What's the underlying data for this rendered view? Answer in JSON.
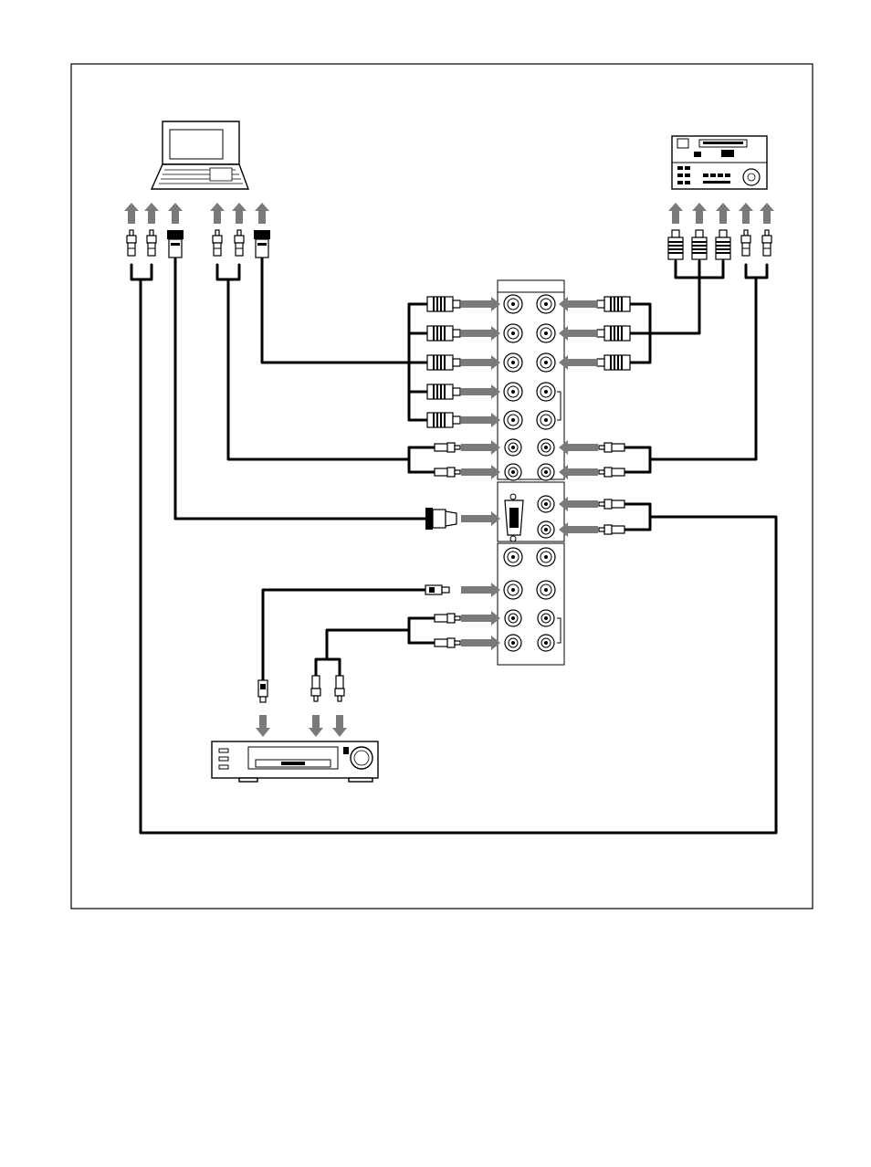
{
  "diagram": {
    "devices": [
      {
        "name": "computer",
        "icon": "laptop-icon"
      },
      {
        "name": "vtr",
        "icon": "vtr-icon"
      },
      {
        "name": "vcr",
        "icon": "vcr-icon"
      },
      {
        "name": "connector-panel",
        "icon": "connector-panel-icon"
      }
    ],
    "colors": {
      "arrow": "#7a7a7a",
      "line": "#000000"
    }
  }
}
